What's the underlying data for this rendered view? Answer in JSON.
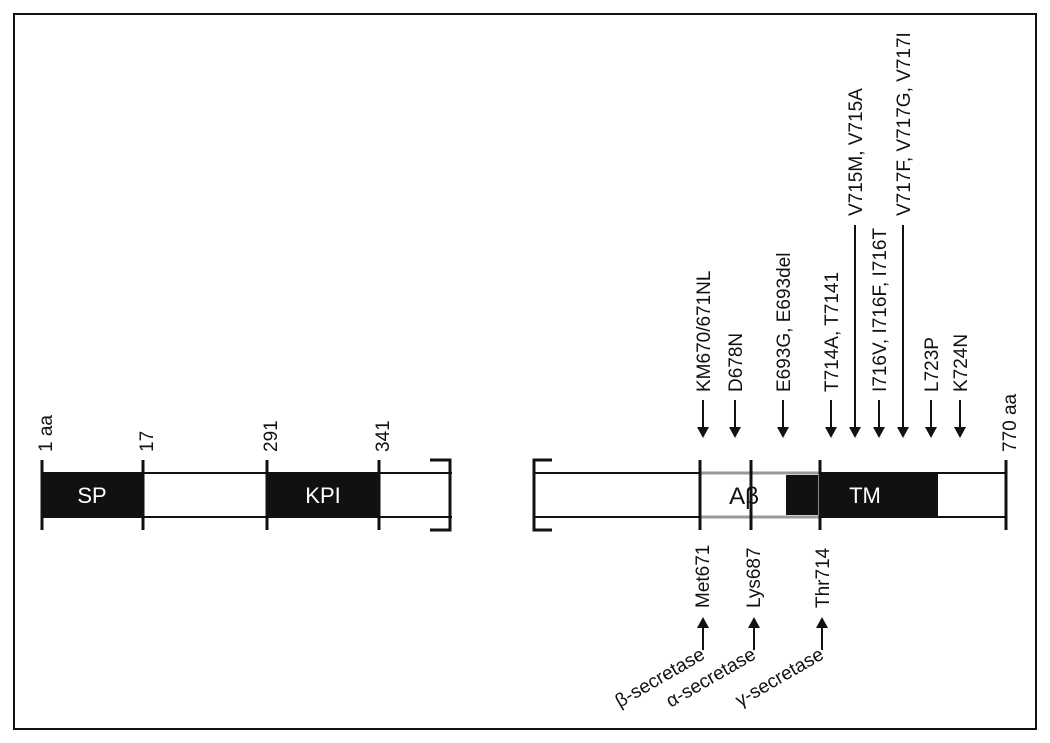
{
  "positions": {
    "start": "1 aa",
    "sp_end": "17",
    "kpi_start": "291",
    "kpi_end": "341",
    "end": "770 aa"
  },
  "domains": {
    "sp": "SP",
    "kpi": "KPI",
    "abeta": "Aβ",
    "tm": "TM"
  },
  "mutations": [
    "KM670/671NL",
    "D678N",
    "E693G, E693del",
    "T714A, T7141",
    "V715M, V715A",
    "I716V, I716F, I716T",
    "V717F, V717G, V717I",
    "L723P",
    "K724N"
  ],
  "cleavage_sites": [
    "Met671",
    "Lys687",
    "Thr714"
  ],
  "secretases": [
    "β-secretase",
    "α-secretase",
    "γ-secretase"
  ],
  "colors": {
    "line": "#111111",
    "domain_fill": "#111111",
    "abeta_border": "#999999",
    "background": "#ffffff"
  }
}
